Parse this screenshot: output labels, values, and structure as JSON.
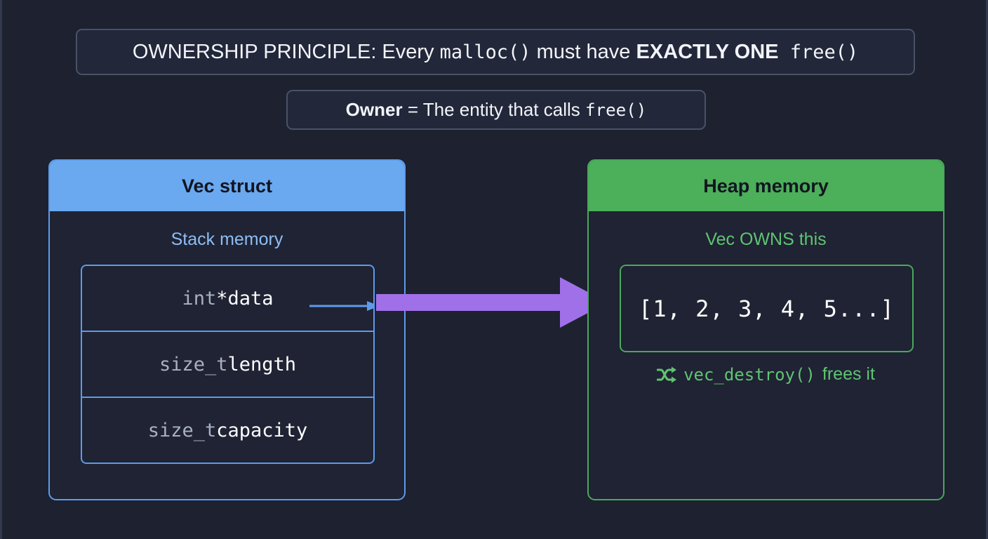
{
  "banners": {
    "principle": {
      "lead": "OWNERSHIP PRINCIPLE: Every ",
      "code1": "malloc()",
      "mid": " must have ",
      "emphasis": "EXACTLY ONE",
      "code2": " free()"
    },
    "owner": {
      "term": "Owner",
      "definition": " = The entity that calls ",
      "code": "free()"
    }
  },
  "vec_panel": {
    "title": "Vec struct",
    "subtitle": "Stack memory",
    "fields": [
      {
        "type": "int ",
        "name": "*data",
        "has_pointer_arrow": true
      },
      {
        "type": "size_t ",
        "name": "length",
        "has_pointer_arrow": false
      },
      {
        "type": "size_t ",
        "name": "capacity",
        "has_pointer_arrow": false
      }
    ]
  },
  "heap_panel": {
    "title": "Heap memory",
    "subtitle": "Vec OWNS this",
    "array_value": "[1, 2, 3, 4, 5...]",
    "note_icon": "shuffle-icon",
    "note_code": "vec_destroy()",
    "note_text": " frees it"
  },
  "connection": {
    "arrow_name": "ownership-arrow",
    "direction": "vec-to-heap"
  },
  "colors": {
    "background": "#1d2130",
    "panel_fill": "#1f2333",
    "blue": "#6aa9ef",
    "blue_border": "#5d9bea",
    "blue_text": "#8ebdf3",
    "green": "#4caf5a",
    "green_border": "#4aa85c",
    "green_text": "#5fc472",
    "purple_arrow": "#a070e8",
    "banner_border": "#4a5266",
    "banner_fill": "#22273a",
    "text_primary": "#f2f4f8",
    "text_dim": "#a9b0c0"
  }
}
